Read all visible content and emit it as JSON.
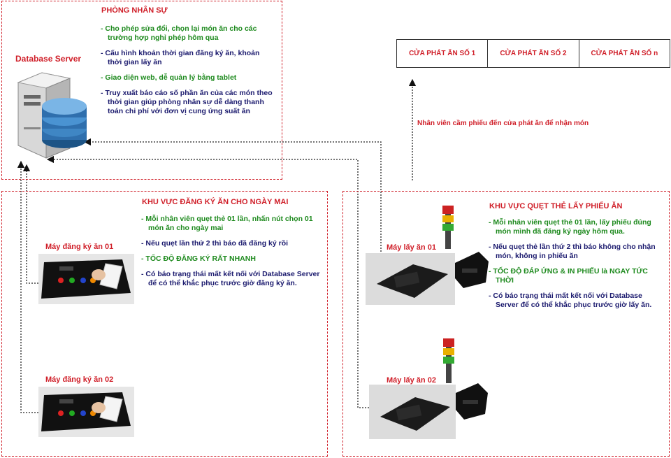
{
  "hr": {
    "title": "PHÒNG NHÂN SỰ",
    "server_label": "Database Server",
    "items": [
      {
        "text": "Cho phép sửa đổi, chọn lại món ăn cho các trường hợp nghỉ phép hôm qua",
        "color": "green"
      },
      {
        "text": "Cấu hình khoản thời gian đăng ký ăn, khoản thời gian lấy ăn",
        "color": "navy"
      },
      {
        "text": "Giao diện web, dễ quản lý bằng tablet",
        "color": "green"
      },
      {
        "text": "Truy xuất báo cáo số phần ăn của các món theo thời gian giúp phòng nhân sự dễ dàng thanh toán chi phí với đơn vị cung ứng suất ăn",
        "color": "navy"
      }
    ]
  },
  "windows": [
    "CỬA PHÁT ĂN SỐ 1",
    "CỬA PHÁT ĂN SỐ 2",
    "CỬA PHÁT ĂN SỐ n"
  ],
  "pickup_note": "Nhân viên cầm phiếu đến cửa phát ăn để nhận món",
  "register": {
    "title": "KHU VỰC ĐĂNG KÝ ĂN CHO NGÀY MAI",
    "machine1": "Máy đăng ký ăn 01",
    "machine2": "Máy đăng ký ăn 02",
    "items": [
      {
        "text": "Mỗi nhân viên quẹt thẻ 01 lần, nhấn nút chọn 01 món ăn cho ngày mai",
        "color": "green"
      },
      {
        "text": "Nếu quẹt lần thứ 2 thì báo đã đăng ký rồi",
        "color": "navy"
      },
      {
        "text": "TỐC ĐỘ ĐĂNG KÝ RẤT NHANH",
        "color": "green"
      },
      {
        "text": "Có báo trạng thái mất kết nối với Database Server để có thể khắc phục trước giờ đăng ký ăn.",
        "color": "navy"
      }
    ]
  },
  "scan": {
    "title": "KHU VỰC QUẸT THẺ LẤY PHIẾU ĂN",
    "machine1": "Máy lấy ăn 01",
    "machine2": "Máy lấy ăn 02",
    "items": [
      {
        "text": "Mỗi nhân viên quẹt thẻ 01 lần, lấy phiếu đúng món mình đã đăng ký ngày hôm qua.",
        "color": "green"
      },
      {
        "text": "Nếu quẹt thẻ lần thứ 2 thì báo không cho nhận món, không in phiếu ăn",
        "color": "navy"
      },
      {
        "text": "TỐC ĐỘ ĐÁP ỨNG & IN PHIẾU là NGAY TỨC THỜI",
        "color": "green"
      },
      {
        "text": "Có báo trạng thái mất kết nối với Database Server để có thể khắc phục trước giờ lấy ăn.",
        "color": "navy"
      }
    ]
  }
}
